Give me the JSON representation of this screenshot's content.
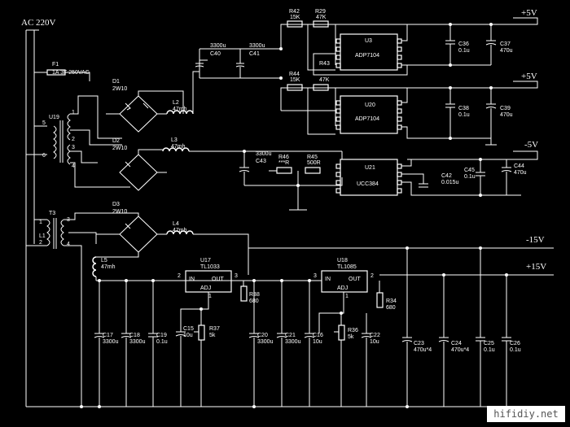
{
  "schematic": {
    "input": {
      "ac": "AC 220V"
    },
    "rails": {
      "p5v_a": "+5V",
      "p5v_b": "+5V",
      "n5v": "-5V",
      "n15v": "-15V",
      "p15v": "+15V"
    },
    "fuse": {
      "ref": "F1",
      "value": "1A 3F 250VAC"
    },
    "transformers": {
      "u19": "U19",
      "t3": "T3",
      "l1": "L1"
    },
    "pins": {
      "p1": "1",
      "p2": "2",
      "p3": "3",
      "p4": "4",
      "p5": "5",
      "p6": "6"
    },
    "bridges": [
      {
        "ref": "D1",
        "value": "2W10"
      },
      {
        "ref": "D2",
        "value": "2W10"
      },
      {
        "ref": "D3",
        "value": "2W10"
      }
    ],
    "inductors": [
      {
        "ref": "L2",
        "value": "47mh"
      },
      {
        "ref": "L3",
        "value": "47mh"
      },
      {
        "ref": "L4",
        "value": "47mh"
      },
      {
        "ref": "L5",
        "value": "47mh"
      }
    ],
    "ics": [
      {
        "ref": "U3",
        "value": "ADP7104"
      },
      {
        "ref": "U20",
        "value": "ADP7104"
      },
      {
        "ref": "U21",
        "value": "UCC384"
      },
      {
        "ref": "U17",
        "value": "TL1033"
      },
      {
        "ref": "U18",
        "value": "TL1085"
      }
    ],
    "reg_pins": {
      "in": "IN",
      "out": "OUT",
      "adj": "ADJ"
    },
    "resistors": [
      {
        "ref": "R42",
        "value": "15K"
      },
      {
        "ref": "R29",
        "value": "47K"
      },
      {
        "ref": "R44",
        "value": "15K"
      },
      {
        "ref": "R43",
        "value": "47K"
      },
      {
        "ref": "R46",
        "value": "***R"
      },
      {
        "ref": "R45",
        "value": "500R"
      },
      {
        "ref": "R38",
        "value": "680"
      },
      {
        "ref": "R37",
        "value": "5k"
      },
      {
        "ref": "R34",
        "value": "680"
      },
      {
        "ref": "R36",
        "value": "5k"
      }
    ],
    "capacitors": [
      {
        "ref": "C40",
        "value": "3300u"
      },
      {
        "ref": "C41",
        "value": "3300u"
      },
      {
        "ref": "C36",
        "value": "0.1u"
      },
      {
        "ref": "C37",
        "value": "470u"
      },
      {
        "ref": "C38",
        "value": "0.1u"
      },
      {
        "ref": "C39",
        "value": "470u"
      },
      {
        "ref": "C43",
        "value": "3300u"
      },
      {
        "ref": "C42",
        "value": "0.015u"
      },
      {
        "ref": "C45",
        "value": "0.1u"
      },
      {
        "ref": "C44",
        "value": "470u"
      },
      {
        "ref": "C17",
        "value": "3300u"
      },
      {
        "ref": "C18",
        "value": "3300u"
      },
      {
        "ref": "C19",
        "value": "0.1u"
      },
      {
        "ref": "C15",
        "value": "10u"
      },
      {
        "ref": "C20",
        "value": "3300u"
      },
      {
        "ref": "C21",
        "value": "3300u"
      },
      {
        "ref": "C16",
        "value": "10u"
      },
      {
        "ref": "C22",
        "value": "10u"
      },
      {
        "ref": "C23",
        "value": "470u*4"
      },
      {
        "ref": "C24",
        "value": "470u*4"
      },
      {
        "ref": "C25",
        "value": "0.1u"
      },
      {
        "ref": "C26",
        "value": "0.1u"
      }
    ]
  },
  "watermark": "hifidiy.net"
}
